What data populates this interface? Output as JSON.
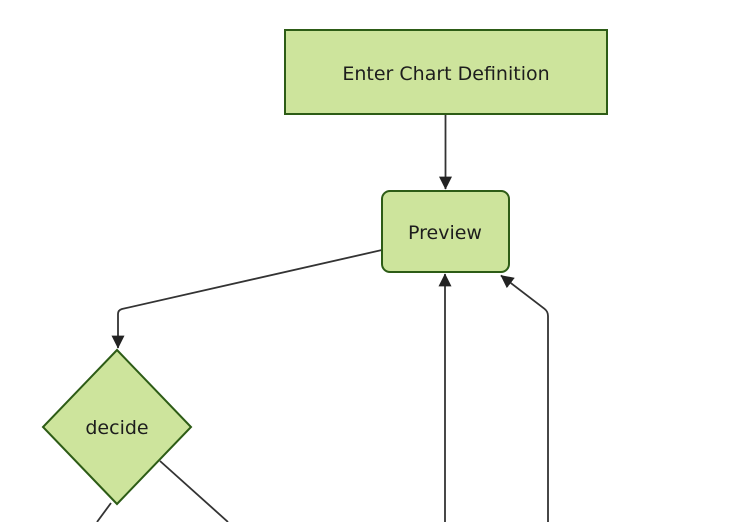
{
  "diagram": {
    "type": "flowchart",
    "direction": "top-down",
    "theme": "forest",
    "nodes": [
      {
        "id": "A",
        "label": "Enter Chart Definition",
        "shape": "rectangle"
      },
      {
        "id": "B",
        "label": "Preview",
        "shape": "rounded-rectangle"
      },
      {
        "id": "C",
        "label": "decide",
        "shape": "diamond"
      }
    ],
    "edges": [
      {
        "from": "Enter Chart Definition",
        "to": "Preview",
        "arrowhead": true
      },
      {
        "from": "Preview",
        "to": "decide",
        "arrowhead": true
      },
      {
        "from": "offscreen-bottom",
        "to": "Preview",
        "arrowhead": true
      },
      {
        "from": "offscreen-bottom-right",
        "to": "Preview",
        "arrowhead": true
      },
      {
        "from": "decide",
        "to": "offscreen-bottom-left",
        "arrowhead": false
      },
      {
        "from": "decide",
        "to": "offscreen-bottom-right",
        "arrowhead": false
      }
    ],
    "colors": {
      "node_fill": "#cde49c",
      "node_border": "#2d5c16",
      "edge_line": "#333333",
      "arrowhead": "#222222",
      "label_text": "#1d1d1d",
      "background": "#ffffff"
    }
  }
}
